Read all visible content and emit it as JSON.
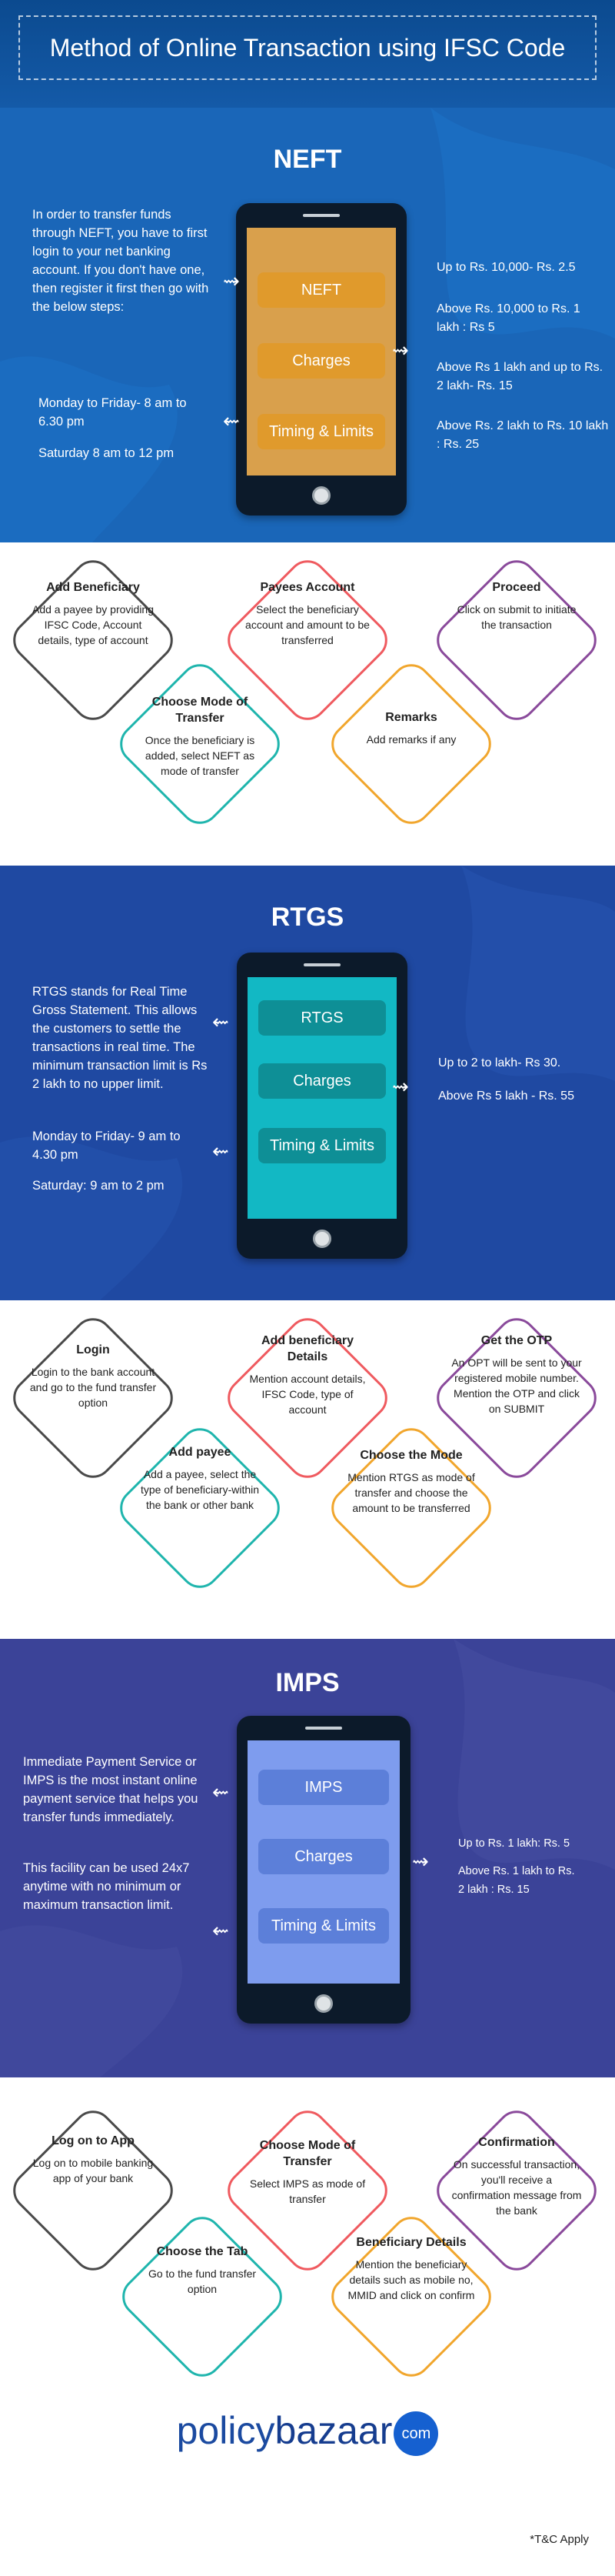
{
  "header": {
    "title": "Method of Online Transaction using IFSC Code"
  },
  "neft": {
    "title": "NEFT",
    "intro": "In order to transfer funds through NEFT, you have to first login to your net banking account. If you don't have one, then register it first then go with the below steps:",
    "timing_weekday": "Monday to Friday- 8 am to 6.30 pm",
    "timing_saturday": "Saturday 8 am to 12 pm",
    "buttons": [
      "NEFT",
      "Charges",
      "Timing & Limits"
    ],
    "charges": [
      "Up to Rs. 10,000- Rs. 2.5",
      "Above Rs. 10,000 to Rs. 1 lakh : Rs 5",
      "Above Rs 1 lakh and up to Rs. 2 lakh- Rs. 15",
      "Above Rs. 2 lakh to Rs. 10 lakh : Rs. 25"
    ],
    "steps": [
      {
        "title": "Add Beneficiary",
        "body": "Add a payee by providing IFSC Code, Account details, type of account"
      },
      {
        "title": "Choose Mode of Transfer",
        "body": "Once the beneficiary is added, select NEFT as mode of transfer"
      },
      {
        "title": "Payees Account",
        "body": "Select the beneficiary account and amount to be transferred"
      },
      {
        "title": "Remarks",
        "body": "Add remarks if any"
      },
      {
        "title": "Proceed",
        "body": "Click on submit to initiate the transaction"
      }
    ]
  },
  "rtgs": {
    "title": "RTGS",
    "intro": "RTGS stands for Real Time Gross Statement. This allows the customers to settle the transactions in real time. The minimum transaction limit is Rs 2 lakh to no upper limit.",
    "timing_weekday": "Monday to Friday- 9 am to 4.30 pm",
    "timing_saturday": "Saturday: 9 am to 2 pm",
    "buttons": [
      "RTGS",
      "Charges",
      "Timing & Limits"
    ],
    "charges": [
      "Up to 2 to lakh- Rs 30.",
      "Above Rs 5 lakh - Rs. 55"
    ],
    "steps": [
      {
        "title": "Login",
        "body": "Login to the bank account and go to the fund transfer option"
      },
      {
        "title": "Add payee",
        "body": "Add a payee, select the type of beneficiary-within the bank or other bank"
      },
      {
        "title": "Add beneficiary Details",
        "body": "Mention account details, IFSC Code, type of account"
      },
      {
        "title": "Choose the Mode",
        "body": "Mention RTGS as mode of transfer and choose the amount to be transferred"
      },
      {
        "title": "Get the OTP",
        "body": "An OPT will be sent to your registered mobile number. Mention the OTP and click on SUBMIT"
      }
    ]
  },
  "imps": {
    "title": "IMPS",
    "intro": "Immediate Payment Service or IMPS is the most instant online payment service that helps you transfer funds immediately.",
    "facility": "This facility can be used 24x7 anytime with no minimum or maximum transaction limit.",
    "buttons": [
      "IMPS",
      "Charges",
      "Timing & Limits"
    ],
    "charges": [
      "Up to Rs. 1 lakh: Rs. 5",
      "Above Rs. 1 lakh to Rs. 2 lakh : Rs. 15"
    ],
    "steps": [
      {
        "title": "Log on to App",
        "body": "Log on to mobile banking app of your bank"
      },
      {
        "title": "Choose the Tab",
        "body": "Go to the fund transfer option"
      },
      {
        "title": "Choose Mode of Transfer",
        "body": "Select IMPS as mode of transfer"
      },
      {
        "title": "Beneficiary Details",
        "body": "Mention the beneficiary details such as mobile no, MMID and click on confirm"
      },
      {
        "title": "Confirmation",
        "body": "On successful transaction, you'll receive a confirmation message from the bank"
      }
    ]
  },
  "footer": {
    "logo_part1": "policy",
    "logo_part2": "bazaar",
    "logo_com": "com",
    "terms": "*T&C Apply"
  },
  "colors": {
    "neft_bg": "#1a63b5",
    "rtgs_bg": "#1f4aa3",
    "imps_bg": "#3a4196",
    "d1": "#4a4a4a",
    "d2": "#1fb5ad",
    "d3": "#ef5a5f",
    "d4": "#f1a62d",
    "d5": "#8a4a9b"
  }
}
